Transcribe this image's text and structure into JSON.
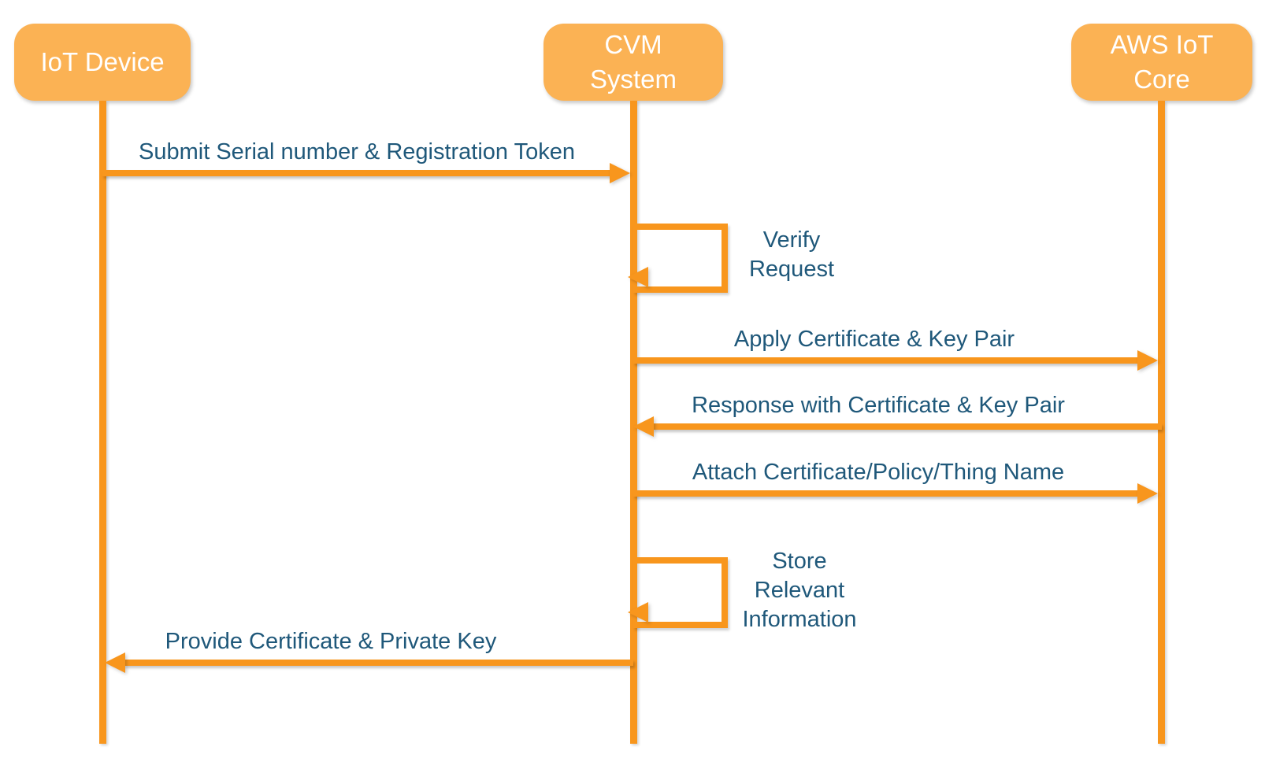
{
  "colors": {
    "line_color": "#F8961D",
    "actor_fill": "#FBB254",
    "actor_text": "#FFFFFF",
    "text_color": "#1F587A"
  },
  "actors": [
    {
      "id": "iot-device",
      "label": "IoT Device"
    },
    {
      "id": "cvm-system",
      "label": "CVM\nSystem"
    },
    {
      "id": "aws-iot-core",
      "label": "AWS IoT\nCore"
    }
  ],
  "messages": [
    {
      "label": "Submit Serial number & Registration Token",
      "from": "iot-device",
      "to": "cvm-system",
      "type": "arrow",
      "direction": "right"
    },
    {
      "label": "Verify\nRequest",
      "actor": "cvm-system",
      "type": "self-loop"
    },
    {
      "label": "Apply Certificate & Key Pair",
      "from": "cvm-system",
      "to": "aws-iot-core",
      "type": "arrow",
      "direction": "right"
    },
    {
      "label": "Response with Certificate & Key Pair",
      "from": "aws-iot-core",
      "to": "cvm-system",
      "type": "arrow",
      "direction": "left"
    },
    {
      "label": "Attach Certificate/Policy/Thing Name",
      "from": "cvm-system",
      "to": "aws-iot-core",
      "type": "arrow",
      "direction": "right"
    },
    {
      "label": "Store\nRelevant\nInformation",
      "actor": "cvm-system",
      "type": "self-loop"
    },
    {
      "label": "Provide Certificate & Private Key",
      "from": "cvm-system",
      "to": "iot-device",
      "type": "arrow",
      "direction": "left"
    }
  ]
}
